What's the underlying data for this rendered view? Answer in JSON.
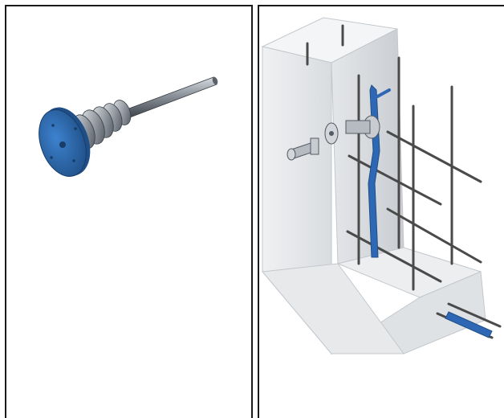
{
  "panels": [
    {
      "id": "left",
      "content": "anchor-product"
    },
    {
      "id": "right",
      "content": "anchor-installed-in-concrete"
    }
  ],
  "colors": {
    "anchor_plate": "#2f6fb5",
    "anchor_plate_dark": "#1f4f86",
    "steel": "#9aa1a8",
    "rebar": "#4a4a4a",
    "rebar_blue": "#2e68b4",
    "concrete": "#e6e8ea",
    "border": "#1a1a1a"
  },
  "icons": [
    "anchor-plate-icon",
    "spring-coil-icon",
    "threaded-rod-icon",
    "bolt-icon",
    "washer-icon",
    "rebar-icon"
  ]
}
